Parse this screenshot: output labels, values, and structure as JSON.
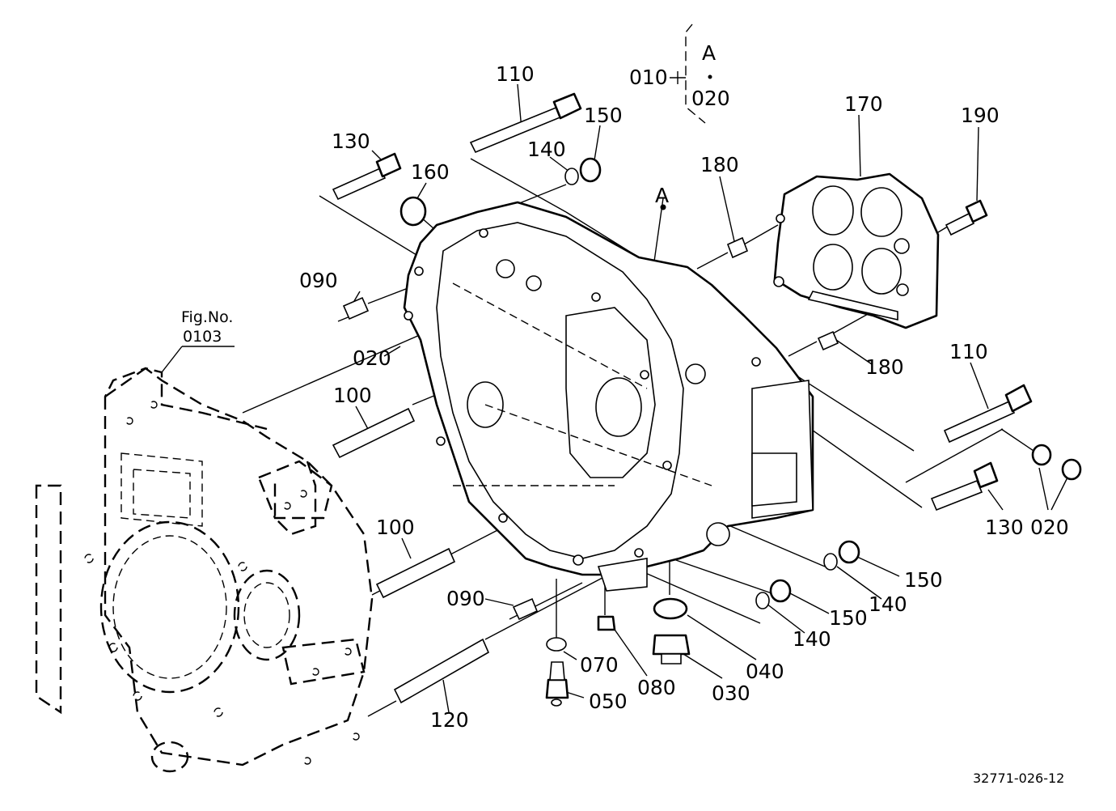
{
  "diagram": {
    "drawing_code": "32771-026-12",
    "figure_ref": {
      "line1": "Fig.No.",
      "line2": "0103"
    },
    "group_note": {
      "parent": "010",
      "marker": "A",
      "child": "020"
    },
    "view_marker": "A",
    "callouts": [
      {
        "id": "c110a",
        "text": "110"
      },
      {
        "id": "c130a",
        "text": "130"
      },
      {
        "id": "c150a",
        "text": "150"
      },
      {
        "id": "c140a",
        "text": "140"
      },
      {
        "id": "c160",
        "text": "160"
      },
      {
        "id": "c180a",
        "text": "180"
      },
      {
        "id": "c170",
        "text": "170"
      },
      {
        "id": "c190",
        "text": "190"
      },
      {
        "id": "c090a",
        "text": "090"
      },
      {
        "id": "c020a",
        "text": "020"
      },
      {
        "id": "c180b",
        "text": "180"
      },
      {
        "id": "c110b",
        "text": "110"
      },
      {
        "id": "c100a",
        "text": "100"
      },
      {
        "id": "c100b",
        "text": "100"
      },
      {
        "id": "c130b",
        "text": "130"
      },
      {
        "id": "c020b",
        "text": "020"
      },
      {
        "id": "c150b",
        "text": "150"
      },
      {
        "id": "c140b",
        "text": "140"
      },
      {
        "id": "c150c",
        "text": "150"
      },
      {
        "id": "c140c",
        "text": "140"
      },
      {
        "id": "c090b",
        "text": "090"
      },
      {
        "id": "c070",
        "text": "070"
      },
      {
        "id": "c080",
        "text": "080"
      },
      {
        "id": "c030",
        "text": "030"
      },
      {
        "id": "c040",
        "text": "040"
      },
      {
        "id": "c050",
        "text": "050"
      },
      {
        "id": "c120",
        "text": "120"
      }
    ]
  }
}
